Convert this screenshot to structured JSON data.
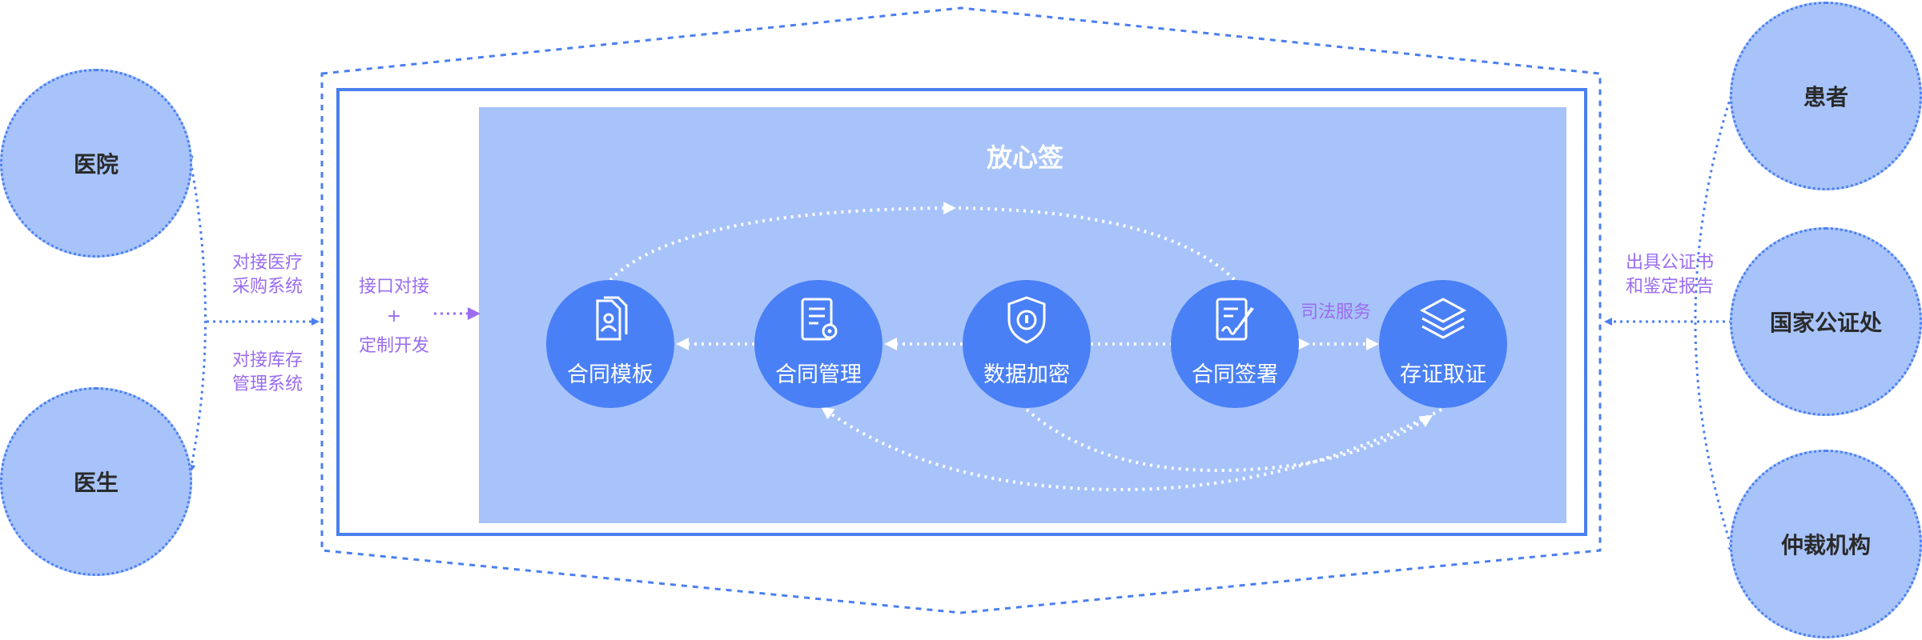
{
  "external": {
    "hospital": "医院",
    "doctor": "医生",
    "patient": "患者",
    "notary": "国家公证处",
    "arbitration": "仲裁机构"
  },
  "labels": {
    "left_top_1": "对接医疗",
    "left_top_2": "采购系统",
    "left_bottom_1": "对接库存",
    "left_bottom_2": "管理系统",
    "api_1": "接口对接",
    "api_plus": "+",
    "api_2": "定制开发",
    "right_1": "出具公证书",
    "right_2": "和鉴定报告",
    "judicial": "司法服务"
  },
  "center": {
    "title": "放心签",
    "nodes": [
      {
        "label": "合同模板",
        "icon": "contract-template-icon"
      },
      {
        "label": "合同管理",
        "icon": "contract-management-icon"
      },
      {
        "label": "数据加密",
        "icon": "shield-icon"
      },
      {
        "label": "合同签署",
        "icon": "contract-sign-icon"
      },
      {
        "label": "存证取证",
        "icon": "layers-icon"
      }
    ]
  },
  "colors": {
    "circle_fill": "#a7c3fa",
    "circle_border": "#4a7ff0",
    "panel": "#a7c3fa",
    "node": "#4a80f5",
    "frame": "#4a7ff0",
    "label_purple": "#9a6cf0"
  }
}
